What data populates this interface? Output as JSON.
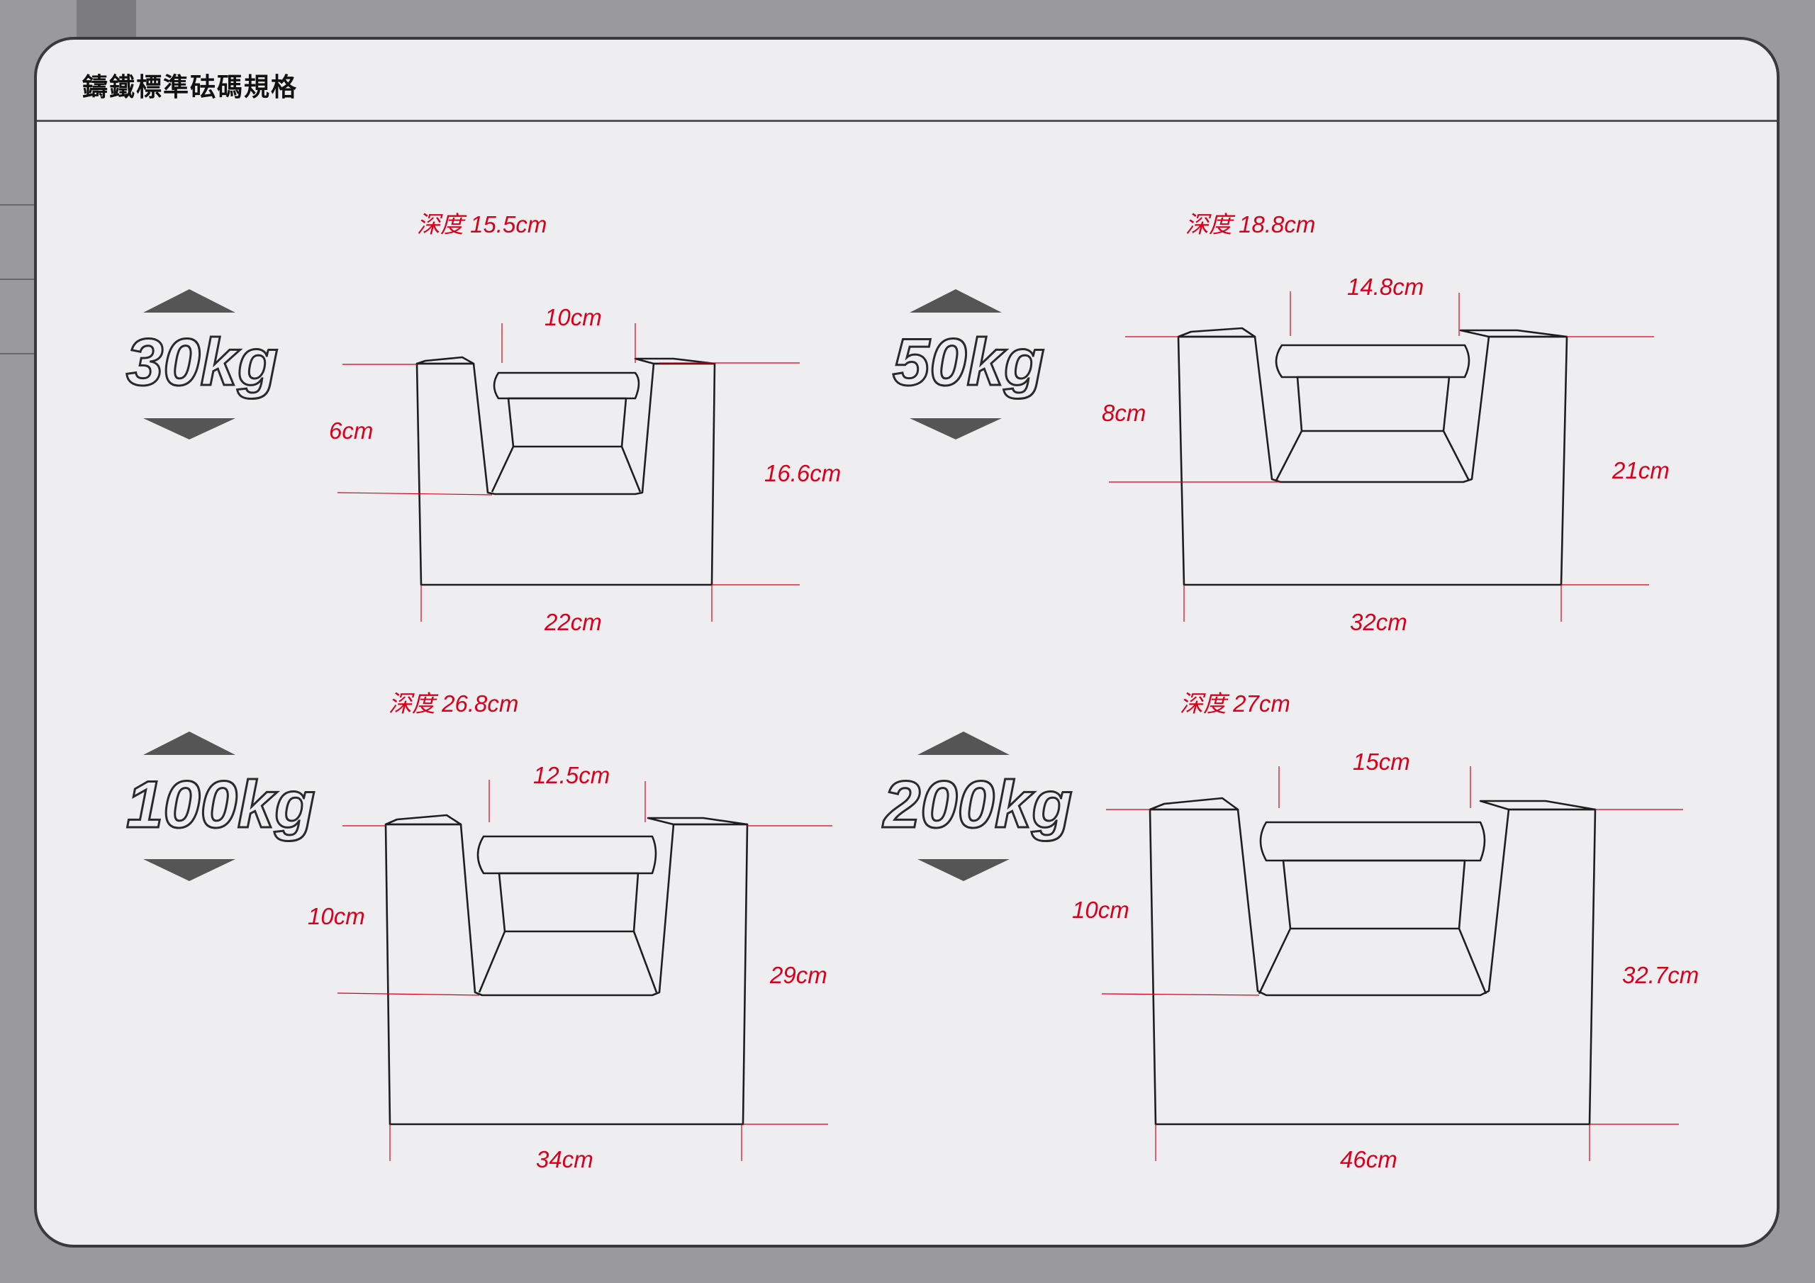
{
  "title": "鑄鐵標準砝碼規格",
  "weights": [
    {
      "label": "30kg",
      "depth": "深度 15.5cm",
      "handle": "10cm",
      "recess": "6cm",
      "height": "16.6cm",
      "width": "22cm"
    },
    {
      "label": "50kg",
      "depth": "深度 18.8cm",
      "handle": "14.8cm",
      "recess": "8cm",
      "height": "21cm",
      "width": "32cm"
    },
    {
      "label": "100kg",
      "depth": "深度 26.8cm",
      "handle": "12.5cm",
      "recess": "10cm",
      "height": "29cm",
      "width": "34cm"
    },
    {
      "label": "200kg",
      "depth": "深度  27cm",
      "handle": "15cm",
      "recess": "10cm",
      "height": "32.7cm",
      "width": "46cm"
    }
  ],
  "colors": {
    "dimension": "#d9001b",
    "outline": "#1e1e1e",
    "background": "#eeedf0",
    "frame": "#9a9a9c"
  }
}
